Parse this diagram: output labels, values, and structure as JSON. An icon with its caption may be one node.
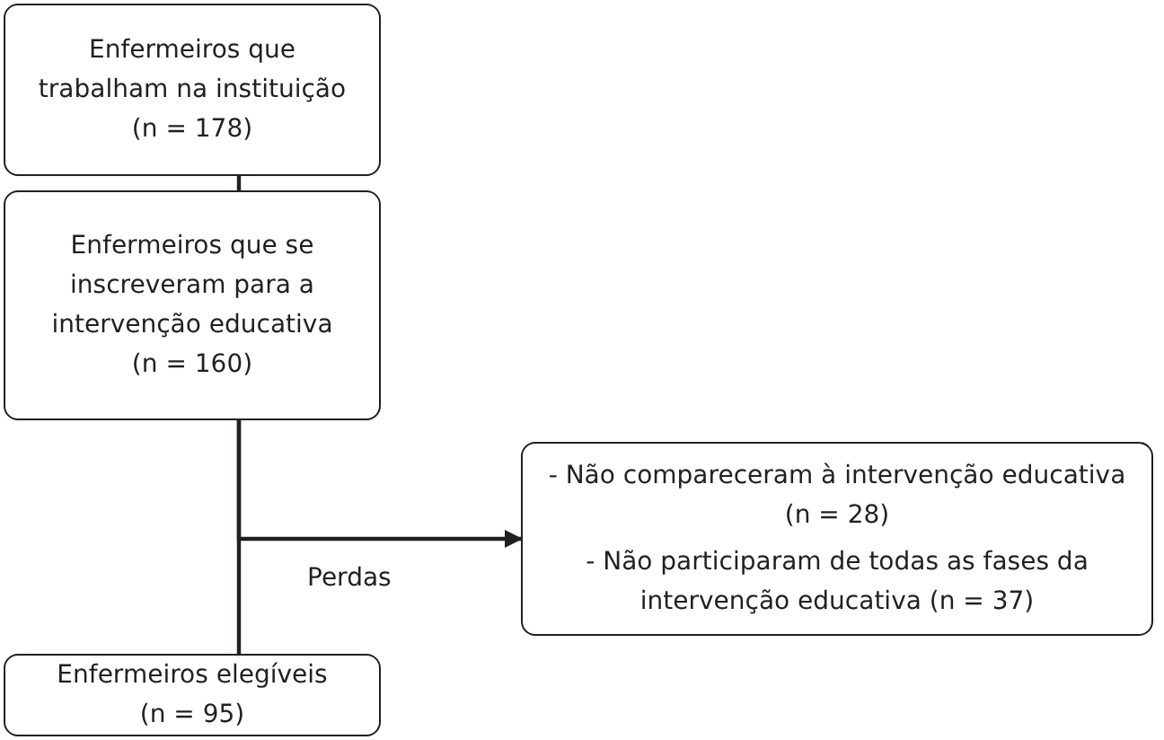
{
  "diagram": {
    "nodes": [
      {
        "text": [
          "Enfermeiros que trabalham na instituição",
          "(n = 178)"
        ]
      },
      {
        "text": [
          "Enfermeiros que se inscreveram para a intervenção educativa",
          "(n = 160)"
        ]
      },
      {
        "text": [
          "- Não compareceram à intervenção educativa (n = 28)",
          "- Não participaram de todas as fases da intervenção educativa (n = 37)"
        ]
      },
      {
        "text": [
          "Enfermeiros elegíveis",
          "(n = 95)"
        ]
      }
    ],
    "edges": [
      {
        "from": 0,
        "to": 1,
        "arrow": "none"
      },
      {
        "from": 1,
        "to": 2,
        "arrow": "to",
        "label": "Perdas"
      },
      {
        "from": 1,
        "to": 3,
        "arrow": "none"
      }
    ]
  }
}
